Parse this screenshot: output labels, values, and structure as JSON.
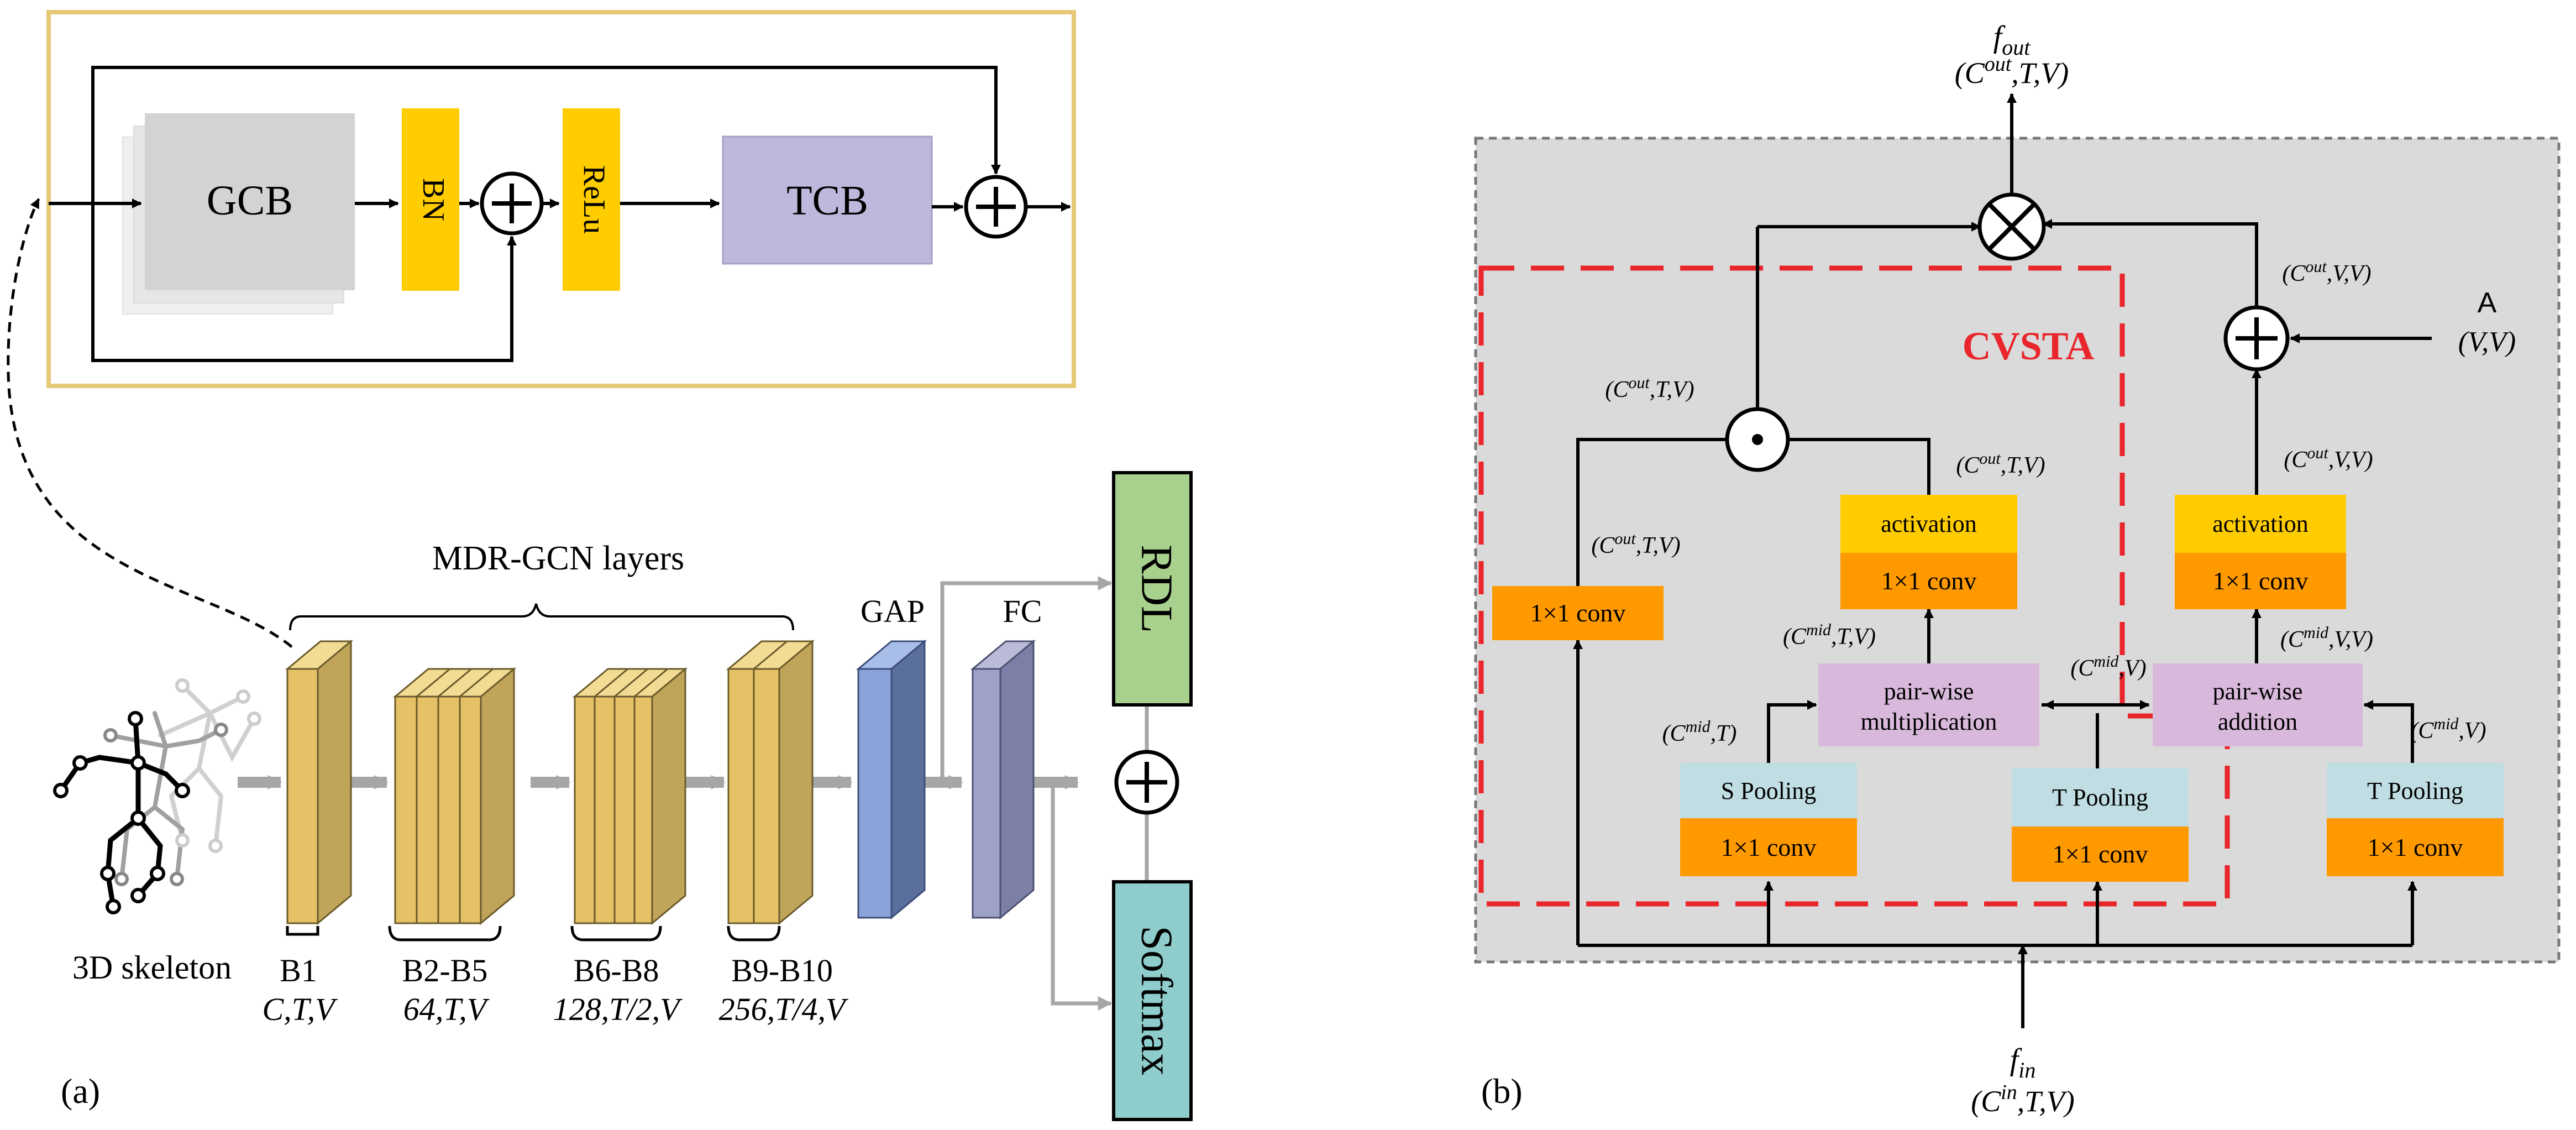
{
  "panel_a": {
    "top_block": {
      "gcb": "GCB",
      "bn": "BN",
      "relu": "ReLu",
      "tcb": "TCB"
    },
    "layers_title": "MDR-GCN layers",
    "skeleton_label": "3D skeleton",
    "gap": "GAP",
    "fc": "FC",
    "rdl": "RDL",
    "softmax": "Softmax",
    "blocks": [
      {
        "name": "B1",
        "dims": "C,T,V"
      },
      {
        "name": "B2-B5",
        "dims": "64,T,V"
      },
      {
        "name": "B6-B8",
        "dims": "128,T/2,V"
      },
      {
        "name": "B9-B10",
        "dims": "256,T/4,V"
      }
    ],
    "caption": "(a)"
  },
  "panel_b": {
    "output": {
      "symbol": "f",
      "sub": "out",
      "shape_main": "C",
      "shape_sup": "out",
      "shape_rest": ",T,V"
    },
    "input": {
      "symbol": "f",
      "sub": "in",
      "shape_main": "C",
      "shape_sup": "in",
      "shape_rest": ",T,V"
    },
    "cvsta": "CVSTA",
    "adj_letter": "A",
    "adj_shape": "(V,V)",
    "conv": "1×1 conv",
    "activation": "activation",
    "s_pooling": "S Pooling",
    "t_pooling": "T Pooling",
    "pairwise_mult_line1": "pair-wise",
    "pairwise_mult_line2": "multiplication",
    "pairwise_add_line1": "pair-wise",
    "pairwise_add_line2": "addition",
    "dim_labels": {
      "cout_tv_a": {
        "sup": "out",
        "rest": ",T,V"
      },
      "cout_tv_b": {
        "sup": "out",
        "rest": ",T,V"
      },
      "cout_tv_c": {
        "sup": "out",
        "rest": ",T,V"
      },
      "cout_vv_a": {
        "sup": "out",
        "rest": ",V,V"
      },
      "cout_vv_b": {
        "sup": "out",
        "rest": ",V,V"
      },
      "cmid_tv": {
        "sup": "mid",
        "rest": ",T,V"
      },
      "cmid_vv": {
        "sup": "mid",
        "rest": ",V,V"
      },
      "cmid_t": {
        "sup": "mid",
        "rest": ",T"
      },
      "cmid_v_a": {
        "sup": "mid",
        "rest": ",V"
      },
      "cmid_v_b": {
        "sup": "mid",
        "rest": ",V"
      }
    },
    "caption": "(b)"
  },
  "colors": {
    "yellow": "#FFCC00",
    "gold": "#E5C266",
    "orange": "#FF9900",
    "lightblue": "#BFDDE2",
    "lavender": "#D9B9DB",
    "tcb": "#BFB8DD",
    "gcb": "#D3D3D3",
    "rdl": "#A9D18E",
    "softmax": "#8ECDCB",
    "cvsta_red": "#E8262B",
    "panel_bg": "#DADADA",
    "frame": "#E6C875"
  }
}
